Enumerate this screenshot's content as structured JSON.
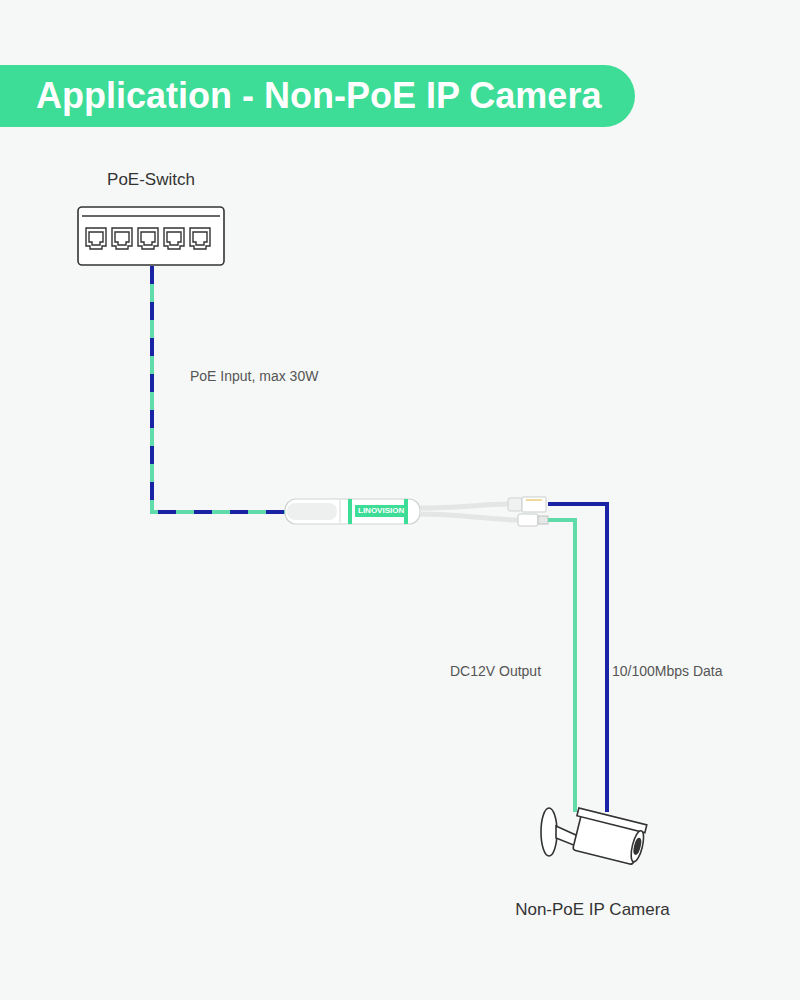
{
  "diagram": {
    "title": "Application - Non-PoE IP Camera",
    "nodes": [
      {
        "text": [
          "PoE-Switch"
        ]
      },
      {
        "text": [
          "LINOVISION"
        ]
      },
      {
        "text": [
          "Non-PoE IP Camera"
        ]
      }
    ],
    "edges": [
      {
        "from": 0,
        "to": 1,
        "arrow": "none",
        "label": "PoE Input, max 30W"
      },
      {
        "from": 1,
        "to": 2,
        "arrow": "none",
        "label": "DC12V Output"
      },
      {
        "from": 1,
        "to": 2,
        "arrow": "none",
        "label": "10/100Mbps Data"
      }
    ]
  }
}
